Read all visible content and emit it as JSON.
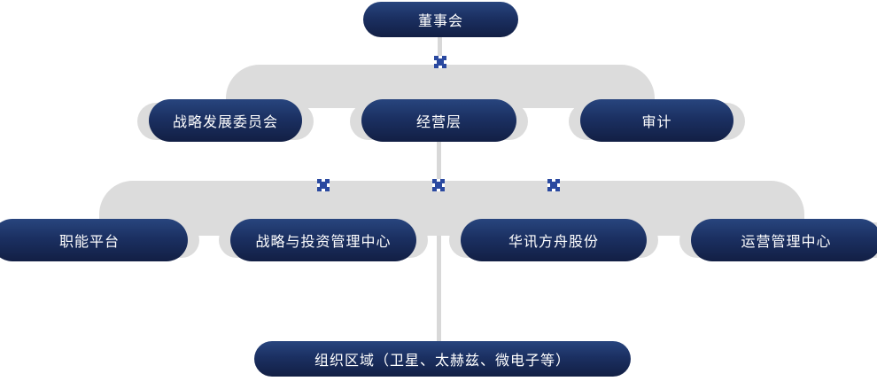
{
  "colors": {
    "node_gradient_top": "#28457e",
    "node_gradient_bottom": "#121f44",
    "band_gray": "#dcdcdc",
    "connector_line_gray": "#d8d8d8",
    "cross_icon_blue": "#2a49a0",
    "node_text": "#ffffff",
    "background": "#ffffff"
  },
  "nodes": {
    "board": {
      "label": "董事会"
    },
    "level2": [
      {
        "id": "strategy-development-committee",
        "label": "战略发展委员会"
      },
      {
        "id": "management-level",
        "label": "经营层"
      },
      {
        "id": "audit",
        "label": "审计"
      }
    ],
    "level3": [
      {
        "id": "functional-platform",
        "label": "职能平台"
      },
      {
        "id": "strategy-investment-management-center",
        "label": "战略与投资管理中心"
      },
      {
        "id": "huaxun-fangzhou-shares",
        "label": "华讯方舟股份"
      },
      {
        "id": "operations-management-center",
        "label": "运营管理中心"
      }
    ],
    "level4": {
      "label": "组织区域（卫星、太赫兹、微电子等）"
    }
  },
  "icons": {
    "node_connector": "notched-square-node-icon"
  }
}
